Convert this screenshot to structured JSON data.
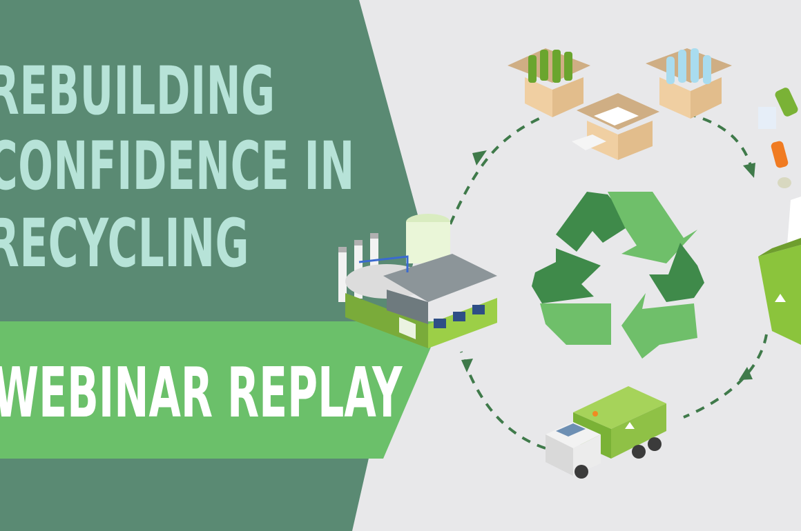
{
  "headline": {
    "lines": [
      "REBUILDING",
      "CONFIDENCE IN",
      "RECYCLING"
    ]
  },
  "banner": {
    "label": "WEBINAR REPLAY"
  },
  "colors": {
    "panel_dark_green": "#5a8a73",
    "banner_green": "#6bc06a",
    "headline_mint": "#b7e3d8",
    "background_grey": "#e8e8ea",
    "recycle_light": "#6fbf6a",
    "recycle_dark": "#3f8a4a"
  },
  "illustration": {
    "icons": [
      "recycling-symbol-icon",
      "factory-icon",
      "glass-bottles-box-icon",
      "plastic-bottles-box-icon",
      "paper-stack-box-icon",
      "garbage-truck-icon",
      "recycling-bin-icon"
    ]
  }
}
